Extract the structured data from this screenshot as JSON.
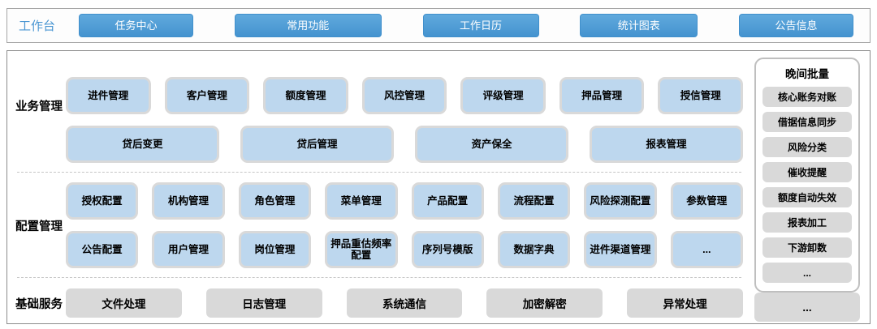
{
  "workbench": {
    "label": "工作台",
    "buttons": [
      "任务中心",
      "常用功能",
      "工作日历",
      "统计图表",
      "公告信息"
    ]
  },
  "sections": {
    "business": {
      "label": "业务管理",
      "row1": [
        "进件管理",
        "客户管理",
        "额度管理",
        "风控管理",
        "评级管理",
        "押品管理",
        "授信管理"
      ],
      "row2": [
        "贷后变更",
        "贷后管理",
        "资产保全",
        "报表管理"
      ]
    },
    "config": {
      "label": "配置管理",
      "row1": [
        "授权配置",
        "机构管理",
        "角色管理",
        "菜单管理",
        "产品配置",
        "流程配置",
        "风险探测配置",
        "参数管理"
      ],
      "row2": [
        "公告配置",
        "用户管理",
        "岗位管理",
        "押品重估频率配置",
        "序列号模版",
        "数据字典",
        "进件渠道管理",
        "..."
      ]
    },
    "base": {
      "label": "基础服务",
      "items": [
        "文件处理",
        "日志管理",
        "系统通信",
        "加密解密",
        "异常处理"
      ],
      "more": "..."
    },
    "night_batch": {
      "title": "晚间批量",
      "items": [
        "核心账务对账",
        "借据信息同步",
        "风险分类",
        "催收提醒",
        "额度自动失效",
        "报表加工",
        "下游卸数",
        "..."
      ]
    }
  },
  "colors": {
    "accent_blue": "#4D9BD5",
    "workbench_label_blue": "#4A96D2",
    "tile_blue": "#BDD7EE",
    "tile_border_gray": "#D9D9D9",
    "tile_gray": "#D9D9D9",
    "panel_border": "#8C8C8C"
  }
}
